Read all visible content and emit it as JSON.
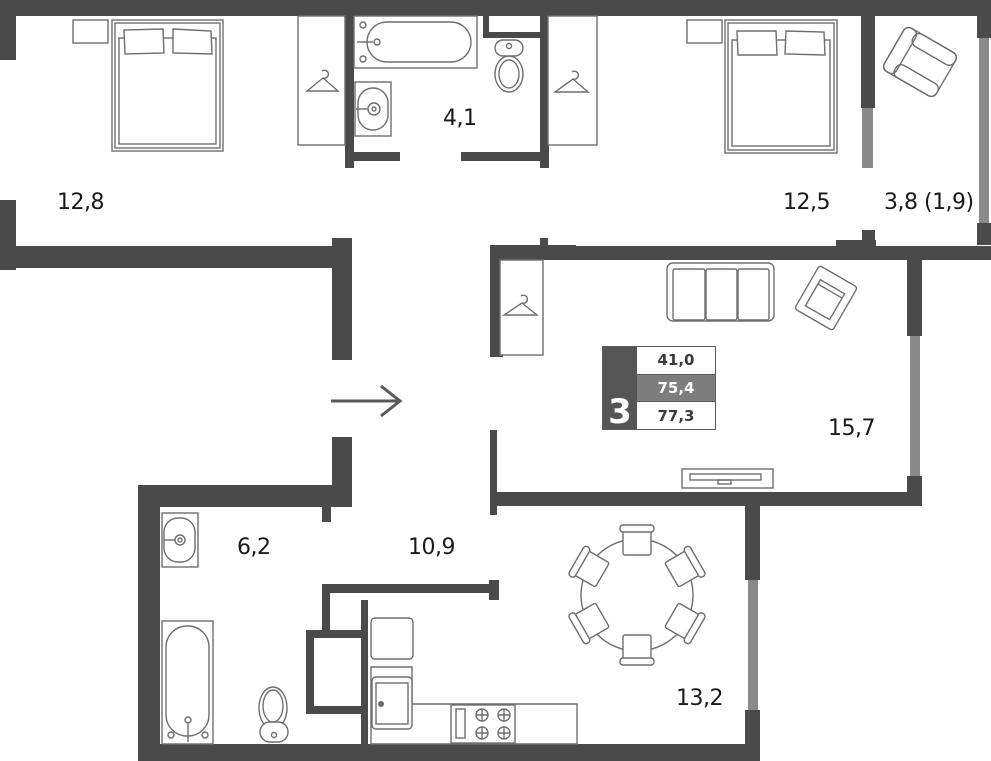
{
  "plan": {
    "type": "3-room apartment floor plan",
    "rooms_count": "3",
    "areas_summary": {
      "living_area": "41,0",
      "total_area_excl_balcony": "75,4",
      "total_area_incl_balcony": "77,3"
    },
    "rooms": [
      {
        "id": "bedroom-1",
        "label": "12,8"
      },
      {
        "id": "bathroom-1",
        "label": "4,1"
      },
      {
        "id": "bedroom-2",
        "label": "12,5"
      },
      {
        "id": "balcony",
        "label": "3,8 (1,9)"
      },
      {
        "id": "living-room",
        "label": "15,7"
      },
      {
        "id": "bathroom-2",
        "label": "6,2"
      },
      {
        "id": "hallway",
        "label": "10,9"
      },
      {
        "id": "kitchen-dining",
        "label": "13,2"
      }
    ],
    "entrance_icon": "arrow-right-icon",
    "colors": {
      "wall": "#4a4a4a",
      "window": "#8a8a8a",
      "furniture_stroke": "#6e6e6e",
      "badge_dark": "#555555",
      "badge_mid": "#7d7d7d"
    }
  }
}
